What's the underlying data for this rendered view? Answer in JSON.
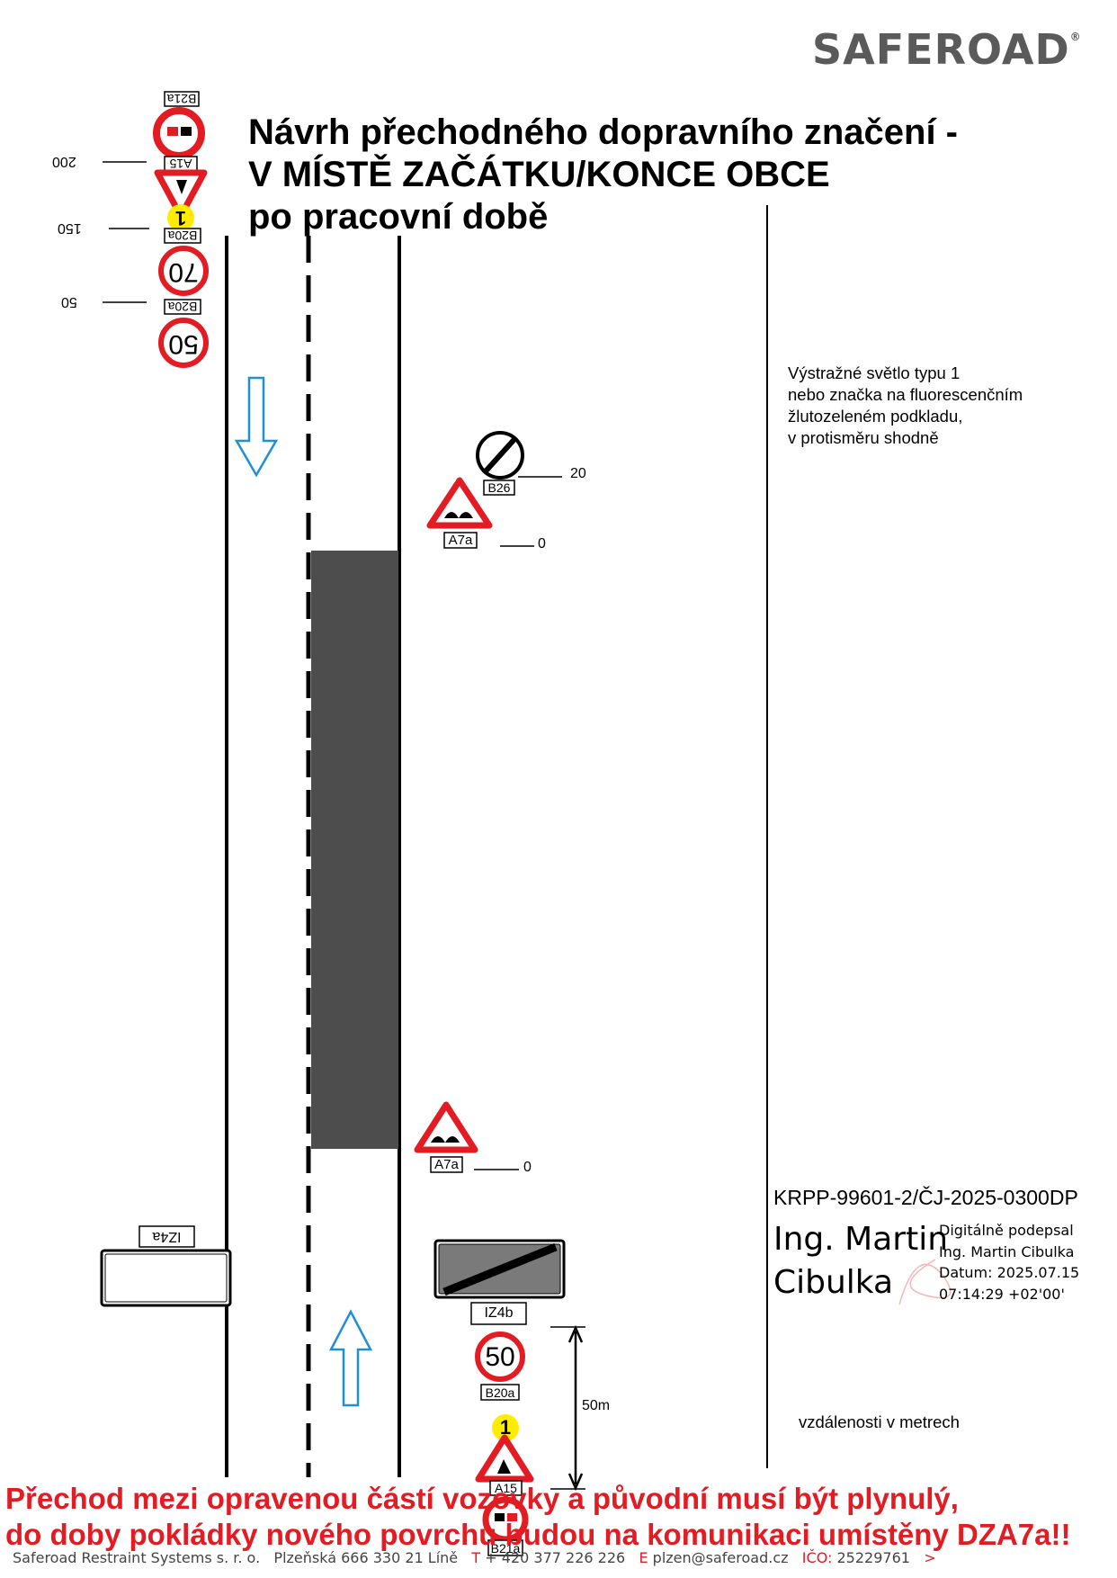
{
  "logo": {
    "text": "SAFEROAD",
    "mark": "®"
  },
  "title": {
    "line1": "Návrh přechodného dopravního značení -",
    "line2": "V MÍSTĚ ZAČÁTKU/KONCE OBCE",
    "line3": "po pracovní době"
  },
  "note": {
    "line1": "Výstražné světlo typu 1",
    "line2": "nebo značka na fluorescenčním",
    "line3": "žlutozeleném podkladu,",
    "line4": "v protisměru shodně"
  },
  "signs": {
    "b21a": "B21a",
    "a15": "A15",
    "b20a": "B20a",
    "b26": "B26",
    "a7a": "A7a",
    "iz4a": "IZ4a",
    "iz4b": "IZ4b",
    "light": "1",
    "speed70": "70",
    "speed50": "50"
  },
  "distances": {
    "d200": "200",
    "d150": "150",
    "d50": "50",
    "d20": "20",
    "d0": "0",
    "d50m": "50m"
  },
  "reference": "KRPP-99601-2/ČJ-2025-0300DP",
  "signature": {
    "name_line1": "Ing. Martin",
    "name_line2": "Cibulka",
    "line1": "Digitálně podepsal",
    "line2": "Ing. Martin Cibulka",
    "line3": "Datum: 2025.07.15",
    "line4": "07:14:29 +02'00'"
  },
  "units_note": "vzdálenosti v metrech",
  "warning": {
    "line1": "Přechod mezi opravenou částí vozovky a původní musí být plynulý,",
    "line2": "do doby pokládky nového povrchu budou na komunikaci umístěny DZA7a!!"
  },
  "footer": {
    "company": "Saferoad Restraint Systems s. r. o.",
    "address": "Plzeňská 666   330 21 Líně",
    "phone_label": "T",
    "phone": "+ 420 377 226 226",
    "email_label": "E",
    "email": "plzen@saferoad.cz",
    "ico_label": "IČO:",
    "ico": "25229761",
    "arrow": ">"
  },
  "colors": {
    "sign_red": "#e31b23",
    "light_yellow": "#ffec00",
    "patch_gray": "#4d4d4d",
    "arrow_blue": "#1f8fd6",
    "logo_gray": "#5a5a5a"
  }
}
